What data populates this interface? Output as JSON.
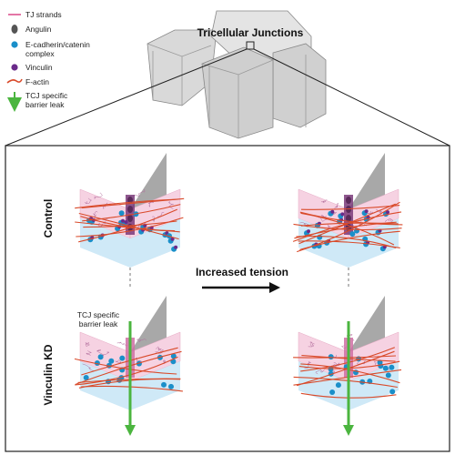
{
  "legend": {
    "items": [
      {
        "label": "TJ strands",
        "icon": "tj-strand-icon"
      },
      {
        "label": "Angulin",
        "icon": "angulin-icon"
      },
      {
        "label": "E-cadherin/catenin",
        "label2": "complex",
        "icon": "cadherin-icon"
      },
      {
        "label": "Vinculin",
        "icon": "vinculin-icon"
      },
      {
        "label": "F-actin",
        "icon": "factin-icon"
      },
      {
        "label": "TCJ specific",
        "label2": "barrier leak",
        "icon": "leak-arrow-icon"
      }
    ]
  },
  "title": "Tricellular Junctions",
  "rows": {
    "control": "Control",
    "vinculin": "Vinculin KD"
  },
  "arrow_label": "Increased tension",
  "leak_annotation": {
    "line1": "TCJ specific",
    "line2": "barrier leak"
  },
  "colors": {
    "tj": "#d21c6c",
    "angulin": "#555555",
    "cadherin": "#1a8fc9",
    "vinculin": "#6a2a8a",
    "factin": "#d94a2a",
    "leak": "#4bb53f",
    "pink_panel": "#f6d2e2",
    "blue_panel": "#cfe9f7"
  }
}
